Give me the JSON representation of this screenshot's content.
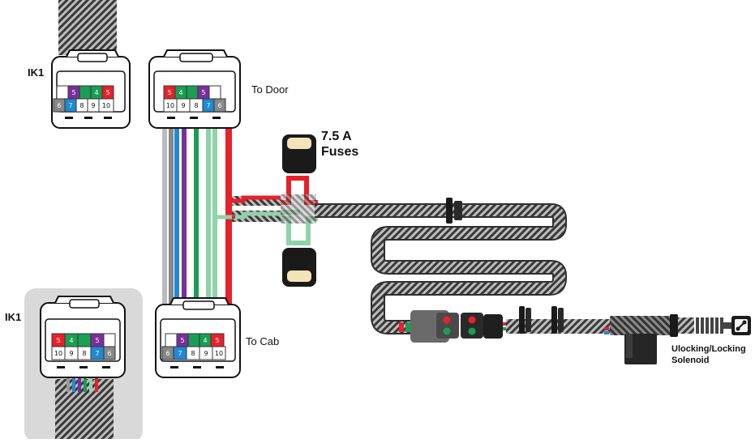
{
  "labels": {
    "ik1_top": "IK1",
    "ik1_bottom": "IK1",
    "to_door": "To Door",
    "to_cab": "To Cab",
    "fuses_line1": "7.5 A",
    "fuses_line2": "Fuses",
    "solenoid_line1": "Ulocking/Locking",
    "solenoid_line2": "Solenoid"
  },
  "connectors": {
    "ik1_top": {
      "top_row": [
        "",
        "5",
        "",
        "4",
        "5"
      ],
      "bottom_row": [
        "6",
        "7",
        "8",
        "9",
        "10"
      ]
    },
    "to_door": {
      "top_row": [
        "5",
        "4",
        "",
        "5",
        ""
      ],
      "bottom_row": [
        "10",
        "9",
        "8",
        "7",
        "6"
      ]
    },
    "ik1_bottom": {
      "top_row": [
        "5",
        "4",
        "",
        "5",
        ""
      ],
      "bottom_row": [
        "10",
        "9",
        "8",
        "7",
        "6"
      ]
    },
    "to_cab": {
      "top_row": [
        "",
        "5",
        "",
        "4",
        "5"
      ],
      "bottom_row": [
        "6",
        "7",
        "8",
        "9",
        "10"
      ]
    }
  },
  "colors": {
    "wire_red": "#e8202a",
    "wire_green": "#1a9e55",
    "wire_light_green": "#8fd3a8",
    "wire_purple": "#7a2f9c",
    "wire_blue": "#1e8ad6",
    "wire_grey": "#9a9a9a",
    "harness_dark": "#2a2a2a",
    "panel_grey": "#d9d9d9",
    "fuse_cap": "#f3e3b8"
  }
}
